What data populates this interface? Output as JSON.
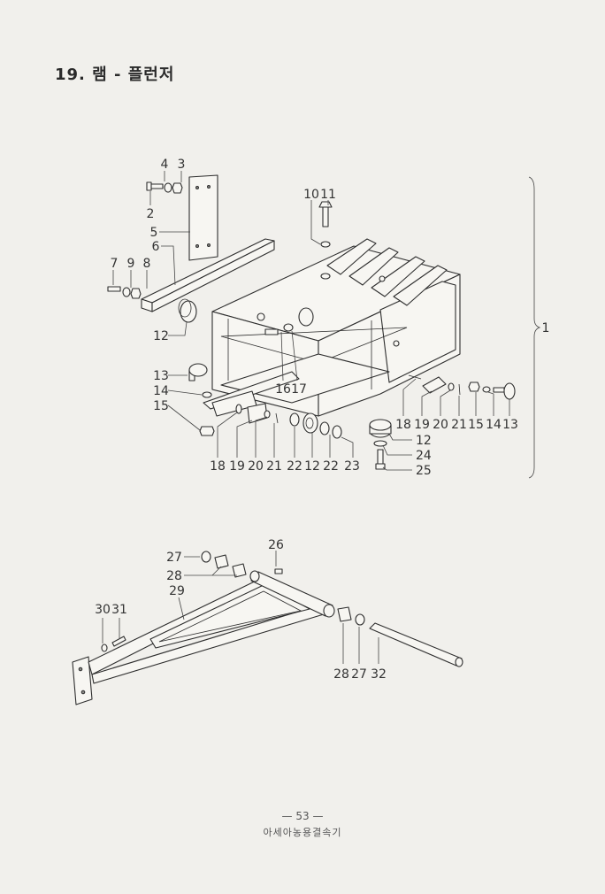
{
  "title": "19. 램 - 플런저",
  "footer": {
    "page_number": "— 53 —",
    "book_name": "아세아농용결속기"
  },
  "callouts": [
    {
      "id": "c4",
      "text": "4"
    },
    {
      "id": "c3",
      "text": "3"
    },
    {
      "id": "c2",
      "text": "2"
    },
    {
      "id": "c10",
      "text": "10"
    },
    {
      "id": "c11",
      "text": "11"
    },
    {
      "id": "c5",
      "text": "5"
    },
    {
      "id": "c6",
      "text": "6"
    },
    {
      "id": "c7",
      "text": "7"
    },
    {
      "id": "c9",
      "text": "9"
    },
    {
      "id": "c8",
      "text": "8"
    },
    {
      "id": "c12a",
      "text": "12"
    },
    {
      "id": "c1",
      "text": "1"
    },
    {
      "id": "c13a",
      "text": "13"
    },
    {
      "id": "c14a",
      "text": "14"
    },
    {
      "id": "c15a",
      "text": "15"
    },
    {
      "id": "c16",
      "text": "16"
    },
    {
      "id": "c17",
      "text": "17"
    },
    {
      "id": "c18a",
      "text": "18"
    },
    {
      "id": "c19a",
      "text": "19"
    },
    {
      "id": "c20a",
      "text": "20"
    },
    {
      "id": "c21a",
      "text": "21"
    },
    {
      "id": "c15b",
      "text": "15"
    },
    {
      "id": "c14b",
      "text": "14"
    },
    {
      "id": "c13b",
      "text": "13"
    },
    {
      "id": "c12b",
      "text": "12"
    },
    {
      "id": "c24",
      "text": "24"
    },
    {
      "id": "c25",
      "text": "25"
    },
    {
      "id": "c18b",
      "text": "18"
    },
    {
      "id": "c19b",
      "text": "19"
    },
    {
      "id": "c20b",
      "text": "20"
    },
    {
      "id": "c21b",
      "text": "21"
    },
    {
      "id": "c22a",
      "text": "22"
    },
    {
      "id": "c12c",
      "text": "12"
    },
    {
      "id": "c22b",
      "text": "22"
    },
    {
      "id": "c23",
      "text": "23"
    },
    {
      "id": "c26",
      "text": "26"
    },
    {
      "id": "c27a",
      "text": "27"
    },
    {
      "id": "c28a",
      "text": "28"
    },
    {
      "id": "c29",
      "text": "29"
    },
    {
      "id": "c30",
      "text": "30"
    },
    {
      "id": "c31",
      "text": "31"
    },
    {
      "id": "c28b",
      "text": "28"
    },
    {
      "id": "c27b",
      "text": "27"
    },
    {
      "id": "c32",
      "text": "32"
    }
  ]
}
